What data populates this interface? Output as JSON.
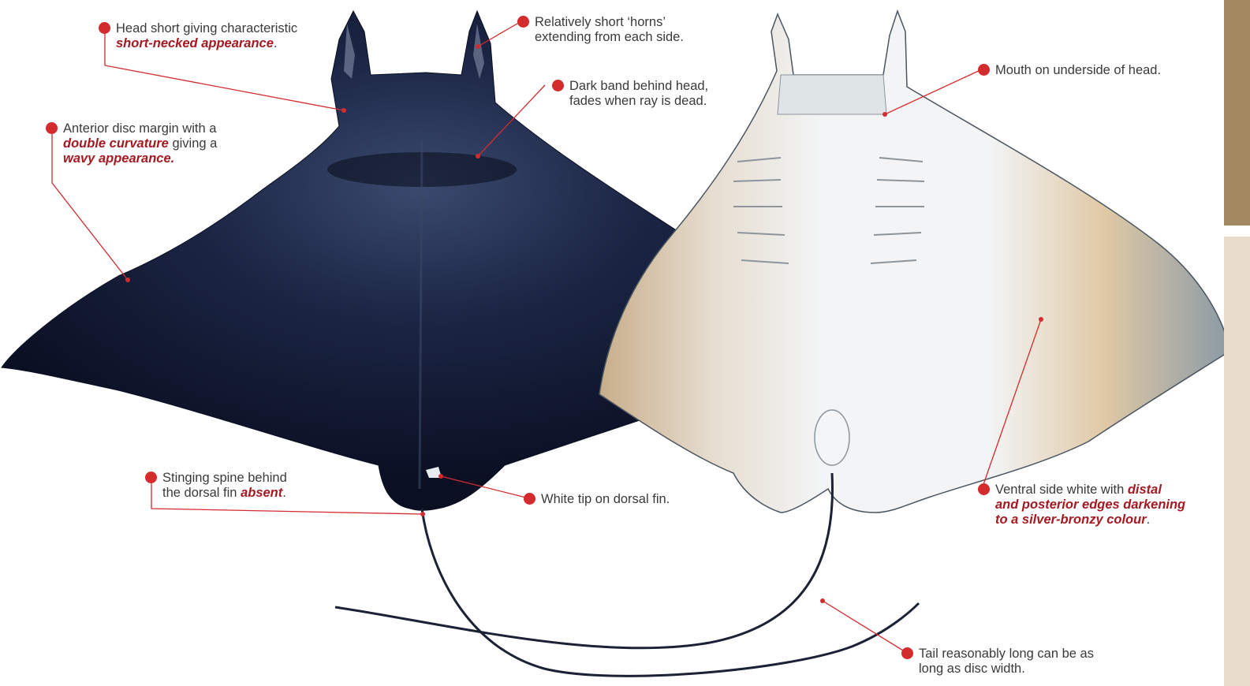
{
  "colors": {
    "dorsal_body": "#131a33",
    "ventral_body": "#eef1f2",
    "bronze_edge": "#c8ae8a",
    "leader": "#d42b2f",
    "label_text": "#3a3a3a",
    "emphasis_text": "#a41a22",
    "side_tab_dark": "#a48a63",
    "side_tab_light": "#e9dccb"
  },
  "annotations": {
    "head": {
      "line1_pre": "Head short giving characteristic",
      "line2_em": "short-necked appearance",
      "line2_post": "."
    },
    "horns": {
      "line1": "Relatively short ‘horns’",
      "line2": "extending from each side."
    },
    "band": {
      "line1": "Dark band behind head,",
      "line2": "fades when ray is dead."
    },
    "disc": {
      "line1": "Anterior disc margin with a",
      "line2_em": "double curvature",
      "line2_post": " giving a",
      "line3_em": "wavy appearance."
    },
    "mouth": {
      "line1": "Mouth on underside of head."
    },
    "spine": {
      "line1": "Stinging spine behind",
      "line2_pre": "the dorsal fin ",
      "line2_em": "absent",
      "line2_post": "."
    },
    "white_tip": {
      "line1": "White tip on dorsal fin."
    },
    "ventral": {
      "line1_pre": "Ventral side white with ",
      "line1_em": "distal",
      "line2_em": "and posterior edges darkening",
      "line3_em": "to a silver-bronzy colour",
      "line3_post": "."
    },
    "tail": {
      "line1": "Tail reasonably long can be as",
      "line2": "long as disc width."
    }
  }
}
